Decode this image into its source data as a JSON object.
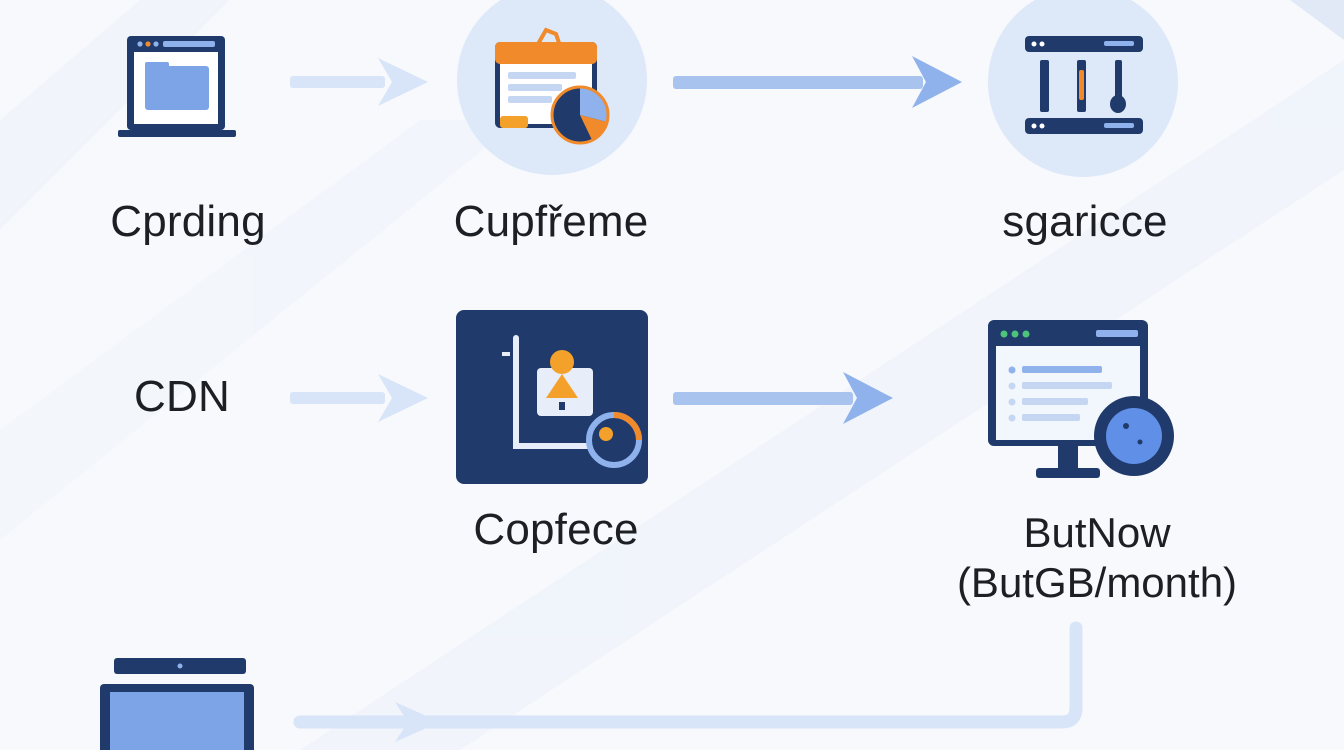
{
  "colors": {
    "background": "#f7f9fd",
    "navy": "#1f3a6b",
    "light_blue": "#bcd3f4",
    "mid_blue": "#6f9ae6",
    "orange": "#f18a2a",
    "circle_bg": "#e3ecfa",
    "arrow": "#9ebcf1"
  },
  "nodes": {
    "coding": {
      "label": "Cprding",
      "icon": "browser-window-icon"
    },
    "cupframe": {
      "label": "Cupfřeme",
      "icon": "calendar-chart-icon"
    },
    "sgaricce": {
      "label": "sgaricce",
      "icon": "server-rack-icon"
    },
    "cdn": {
      "label": "CDN"
    },
    "copfece": {
      "label": "Copfece",
      "icon": "dashboard-tile-icon"
    },
    "butnow": {
      "label_line1": "ButNow",
      "label_line2": "(ButGB/month)",
      "icon": "monitor-analytics-icon"
    },
    "bottom": {
      "icon": "laptop-icon"
    }
  }
}
